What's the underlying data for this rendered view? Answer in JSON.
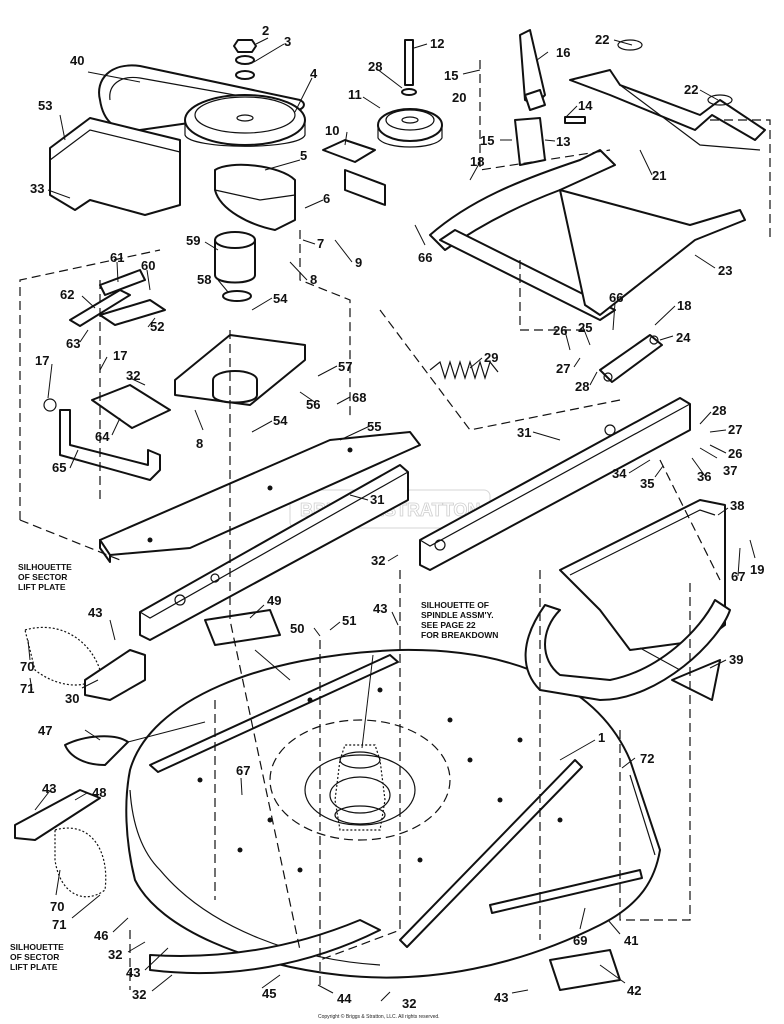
{
  "diagram": {
    "notes": {
      "sector_top": [
        "SILHOUETTE",
        "OF SECTOR",
        "LIFT PLATE"
      ],
      "sector_bottom": [
        "SILHOUETTE",
        "OF SECTOR",
        "LIFT PLATE"
      ],
      "spindle": [
        "SILHOUETTE OF",
        "SPINDLE ASSM'Y.",
        "SEE PAGE 22",
        "FOR BREAKDOWN"
      ]
    },
    "copyright": "Copyright © Briggs & Stratton, LLC. All rights reserved.",
    "watermark": "BRIGGS&STRATTON",
    "callouts": [
      {
        "text": "2"
      },
      {
        "text": "3"
      },
      {
        "text": "4"
      },
      {
        "text": "40"
      },
      {
        "text": "53"
      },
      {
        "text": "33"
      },
      {
        "text": "5"
      },
      {
        "text": "6"
      },
      {
        "text": "59"
      },
      {
        "text": "7"
      },
      {
        "text": "8"
      },
      {
        "text": "58"
      },
      {
        "text": "54"
      },
      {
        "text": "9"
      },
      {
        "text": "12"
      },
      {
        "text": "28"
      },
      {
        "text": "11"
      },
      {
        "text": "10"
      },
      {
        "text": "18"
      },
      {
        "text": "66"
      },
      {
        "text": "15"
      },
      {
        "text": "20"
      },
      {
        "text": "16"
      },
      {
        "text": "14"
      },
      {
        "text": "15"
      },
      {
        "text": "13"
      },
      {
        "text": "22"
      },
      {
        "text": "22"
      },
      {
        "text": "21"
      },
      {
        "text": "23"
      },
      {
        "text": "61"
      },
      {
        "text": "60"
      },
      {
        "text": "62"
      },
      {
        "text": "52"
      },
      {
        "text": "63"
      },
      {
        "text": "17"
      },
      {
        "text": "17"
      },
      {
        "text": "32"
      },
      {
        "text": "64"
      },
      {
        "text": "65"
      },
      {
        "text": "8"
      },
      {
        "text": "57"
      },
      {
        "text": "56"
      },
      {
        "text": "68"
      },
      {
        "text": "54"
      },
      {
        "text": "55"
      },
      {
        "text": "29"
      },
      {
        "text": "66"
      },
      {
        "text": "18"
      },
      {
        "text": "26"
      },
      {
        "text": "25"
      },
      {
        "text": "24"
      },
      {
        "text": "27"
      },
      {
        "text": "28"
      },
      {
        "text": "31"
      },
      {
        "text": "31"
      },
      {
        "text": "28"
      },
      {
        "text": "27"
      },
      {
        "text": "26"
      },
      {
        "text": "34"
      },
      {
        "text": "35"
      },
      {
        "text": "36"
      },
      {
        "text": "37"
      },
      {
        "text": "38"
      },
      {
        "text": "19"
      },
      {
        "text": "67"
      },
      {
        "text": "39"
      },
      {
        "text": "32"
      },
      {
        "text": "49"
      },
      {
        "text": "43"
      },
      {
        "text": "50"
      },
      {
        "text": "51"
      },
      {
        "text": "43"
      },
      {
        "text": "70"
      },
      {
        "text": "71"
      },
      {
        "text": "30"
      },
      {
        "text": "47"
      },
      {
        "text": "1"
      },
      {
        "text": "72"
      },
      {
        "text": "43"
      },
      {
        "text": "48"
      },
      {
        "text": "67"
      },
      {
        "text": "70"
      },
      {
        "text": "71"
      },
      {
        "text": "46"
      },
      {
        "text": "32"
      },
      {
        "text": "43"
      },
      {
        "text": "32"
      },
      {
        "text": "45"
      },
      {
        "text": "44"
      },
      {
        "text": "32"
      },
      {
        "text": "69"
      },
      {
        "text": "41"
      },
      {
        "text": "42"
      },
      {
        "text": "43"
      }
    ]
  }
}
